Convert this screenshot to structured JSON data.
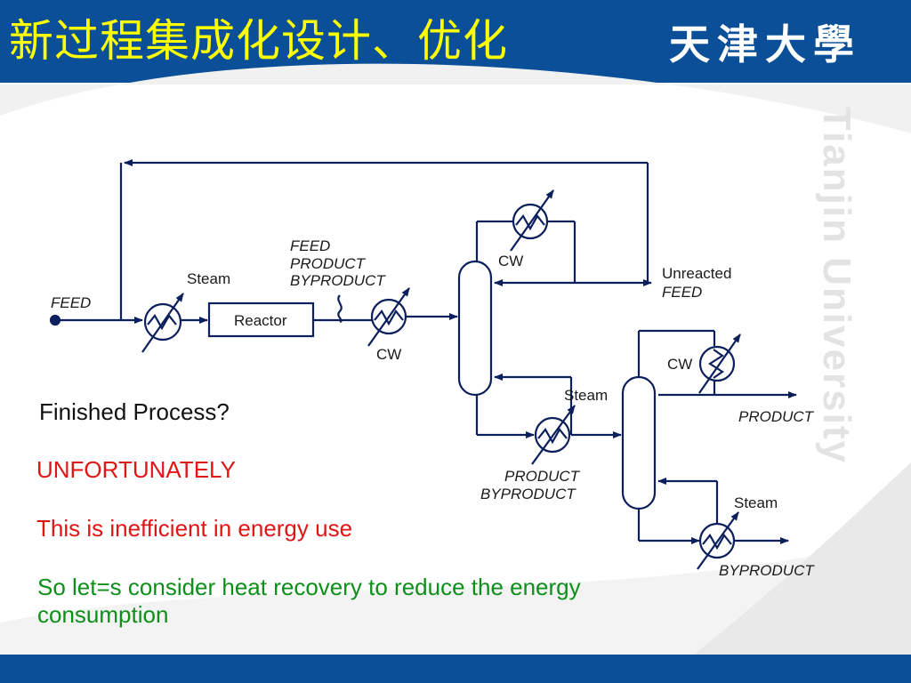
{
  "header": {
    "title": "新过程集成化设计、优化",
    "logo_text": "天津大學",
    "bg_color": "#0a4f97",
    "title_color": "#ffff00"
  },
  "watermark": "Tianjin University",
  "diagram": {
    "feed_label": "FEED",
    "reactor_label": "Reactor",
    "steam_label": "Steam",
    "cw_label": "CW",
    "reactor_outlet_lines": [
      "FEED",
      "PRODUCT",
      "BYPRODUCT"
    ],
    "unreacted_lines": [
      "Unreacted",
      "FEED"
    ],
    "column1_bottoms_lines": [
      "PRODUCT",
      "BYPRODUCT"
    ],
    "product_label": "PRODUCT",
    "byproduct_label": "BYPRODUCT"
  },
  "body": {
    "finished": "Finished Process?",
    "unfortunately": "UNFORTUNATELY",
    "inefficient": "This is inefficient in energy use",
    "consider_line1": "So let=s consider heat recovery to reduce the energy",
    "consider_line2": "consumption"
  },
  "colors": {
    "red_text": "#e01515",
    "green_text": "#0d8f1a",
    "line_color": "#0b1f5c"
  }
}
